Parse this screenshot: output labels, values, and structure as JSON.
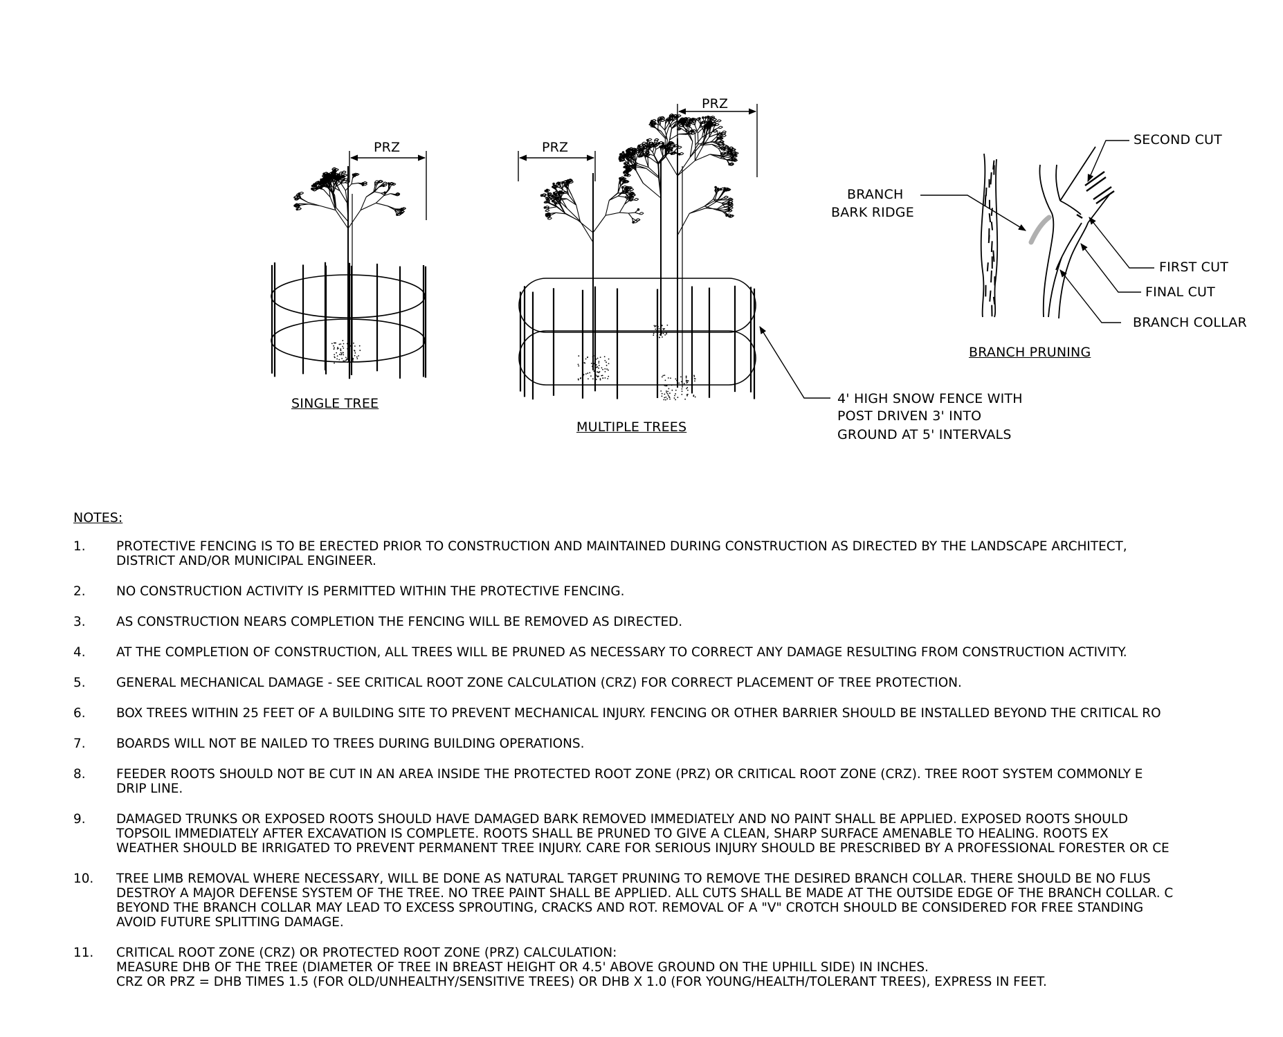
{
  "figure": {
    "prz_label": "PRZ",
    "single_tree_label": "SINGLE TREE",
    "multiple_trees_label": "MULTIPLE TREES",
    "fence_callout": [
      "4' HIGH SNOW FENCE WITH",
      "POST DRIVEN 3' INTO",
      "GROUND AT 5' INTERVALS"
    ],
    "branch_pruning": {
      "title": "BRANCH PRUNING",
      "branch_bark_ridge": [
        "BRANCH",
        "BARK RIDGE"
      ],
      "second_cut": "SECOND CUT",
      "first_cut": "FIRST CUT",
      "final_cut": "FINAL CUT",
      "branch_collar": "BRANCH COLLAR"
    }
  },
  "notes": {
    "title": "NOTES:",
    "items": [
      {
        "num": "1.",
        "text": "PROTECTIVE FENCING IS TO BE ERECTED PRIOR TO CONSTRUCTION AND MAINTAINED DURING CONSTRUCTION AS DIRECTED BY THE LANDSCAPE ARCHITECT,\nDISTRICT AND/OR MUNICIPAL ENGINEER."
      },
      {
        "num": "2.",
        "text": "NO CONSTRUCTION ACTIVITY IS PERMITTED WITHIN THE PROTECTIVE FENCING."
      },
      {
        "num": "3.",
        "text": "AS CONSTRUCTION NEARS COMPLETION THE FENCING WILL BE REMOVED AS DIRECTED."
      },
      {
        "num": "4.",
        "text": "AT THE COMPLETION OF CONSTRUCTION, ALL TREES WILL BE PRUNED AS NECESSARY TO CORRECT ANY DAMAGE RESULTING FROM CONSTRUCTION ACTIVITY."
      },
      {
        "num": "5.",
        "text": "GENERAL MECHANICAL DAMAGE - SEE CRITICAL ROOT ZONE CALCULATION (CRZ) FOR CORRECT PLACEMENT OF TREE PROTECTION."
      },
      {
        "num": "6.",
        "text": "BOX TREES WITHIN 25 FEET OF A BUILDING SITE TO PREVENT MECHANICAL INJURY. FENCING OR OTHER BARRIER SHOULD BE INSTALLED BEYOND THE CRITICAL RO"
      },
      {
        "num": "7.",
        "text": "BOARDS WILL NOT BE NAILED TO TREES DURING BUILDING OPERATIONS."
      },
      {
        "num": "8.",
        "text": "FEEDER ROOTS SHOULD NOT BE CUT IN AN AREA INSIDE THE PROTECTED ROOT ZONE (PRZ) OR CRITICAL ROOT ZONE (CRZ). TREE ROOT SYSTEM COMMONLY E\nDRIP LINE."
      },
      {
        "num": "9.",
        "text": "DAMAGED TRUNKS OR EXPOSED ROOTS SHOULD HAVE DAMAGED BARK REMOVED IMMEDIATELY AND NO PAINT SHALL BE APPLIED. EXPOSED ROOTS SHOULD\nTOPSOIL IMMEDIATELY AFTER EXCAVATION IS COMPLETE. ROOTS SHALL BE PRUNED TO GIVE A CLEAN, SHARP SURFACE AMENABLE TO HEALING. ROOTS EX\nWEATHER SHOULD BE IRRIGATED TO PREVENT PERMANENT TREE INJURY. CARE FOR SERIOUS INJURY SHOULD BE PRESCRIBED BY A PROFESSIONAL FORESTER OR CE"
      },
      {
        "num": "10.",
        "text": "TREE LIMB REMOVAL WHERE NECESSARY, WILL BE DONE AS NATURAL TARGET PRUNING TO REMOVE THE DESIRED BRANCH COLLAR. THERE SHOULD BE NO FLUS\nDESTROY A MAJOR DEFENSE SYSTEM OF THE TREE. NO TREE PAINT SHALL BE APPLIED. ALL CUTS SHALL BE MADE AT THE OUTSIDE EDGE OF THE BRANCH COLLAR. C\nBEYOND THE BRANCH COLLAR MAY LEAD TO EXCESS SPROUTING, CRACKS AND ROT. REMOVAL OF A \"V\" CROTCH SHOULD BE CONSIDERED FOR FREE STANDING\nAVOID FUTURE SPLITTING DAMAGE."
      },
      {
        "num": "11.",
        "text": "CRITICAL ROOT ZONE (CRZ) OR PROTECTED ROOT ZONE (PRZ) CALCULATION:\nMEASURE DHB OF THE TREE (DIAMETER OF TREE IN BREAST HEIGHT OR 4.5' ABOVE GROUND ON THE UPHILL SIDE) IN INCHES.\nCRZ OR PRZ = DHB TIMES 1.5 (FOR OLD/UNHEALTHY/SENSITIVE TREES) OR DHB X 1.0 (FOR YOUNG/HEALTH/TOLERANT TREES), EXPRESS IN FEET."
      }
    ]
  }
}
